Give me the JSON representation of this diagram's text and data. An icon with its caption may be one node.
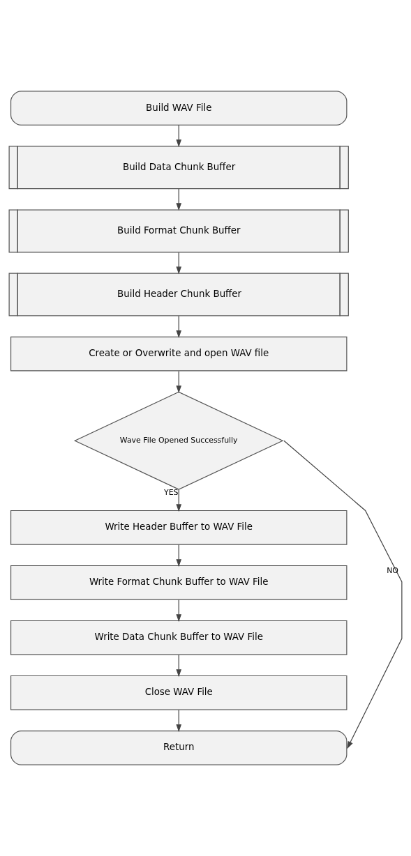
{
  "diagram": {
    "nodes": [
      {
        "text": [
          "Build WAV File"
        ]
      },
      {
        "text": [
          "Build Data Chunk Buffer"
        ]
      },
      {
        "text": [
          "Build Format Chunk Buffer"
        ]
      },
      {
        "text": [
          "Build Header Chunk Buffer"
        ]
      },
      {
        "text": [
          "Create or Overwrite and open WAV file"
        ]
      },
      {
        "text": [
          "Wave File Opened Successfully"
        ]
      },
      {
        "text": [
          "Write Header Buffer to WAV File"
        ]
      },
      {
        "text": [
          "Write Format Chunk Buffer to WAV File"
        ]
      },
      {
        "text": [
          "Write Data Chunk Buffer to WAV File"
        ]
      },
      {
        "text": [
          "Close WAV File"
        ]
      },
      {
        "text": [
          "Return"
        ]
      }
    ],
    "edges": [
      {
        "from": 0,
        "to": 1,
        "arrow": "to"
      },
      {
        "from": 1,
        "to": 2,
        "arrow": "to"
      },
      {
        "from": 2,
        "to": 3,
        "arrow": "to"
      },
      {
        "from": 3,
        "to": 4,
        "arrow": "to"
      },
      {
        "from": 4,
        "to": 5,
        "arrow": "to"
      },
      {
        "from": 5,
        "to": 6,
        "label": "YES",
        "arrow": "to"
      },
      {
        "from": 6,
        "to": 7,
        "arrow": "to"
      },
      {
        "from": 7,
        "to": 8,
        "arrow": "to"
      },
      {
        "from": 8,
        "to": 9,
        "arrow": "to"
      },
      {
        "from": 9,
        "to": 10,
        "arrow": "to"
      },
      {
        "from": 5,
        "to": 10,
        "label": "NO",
        "arrow": "to"
      }
    ]
  }
}
